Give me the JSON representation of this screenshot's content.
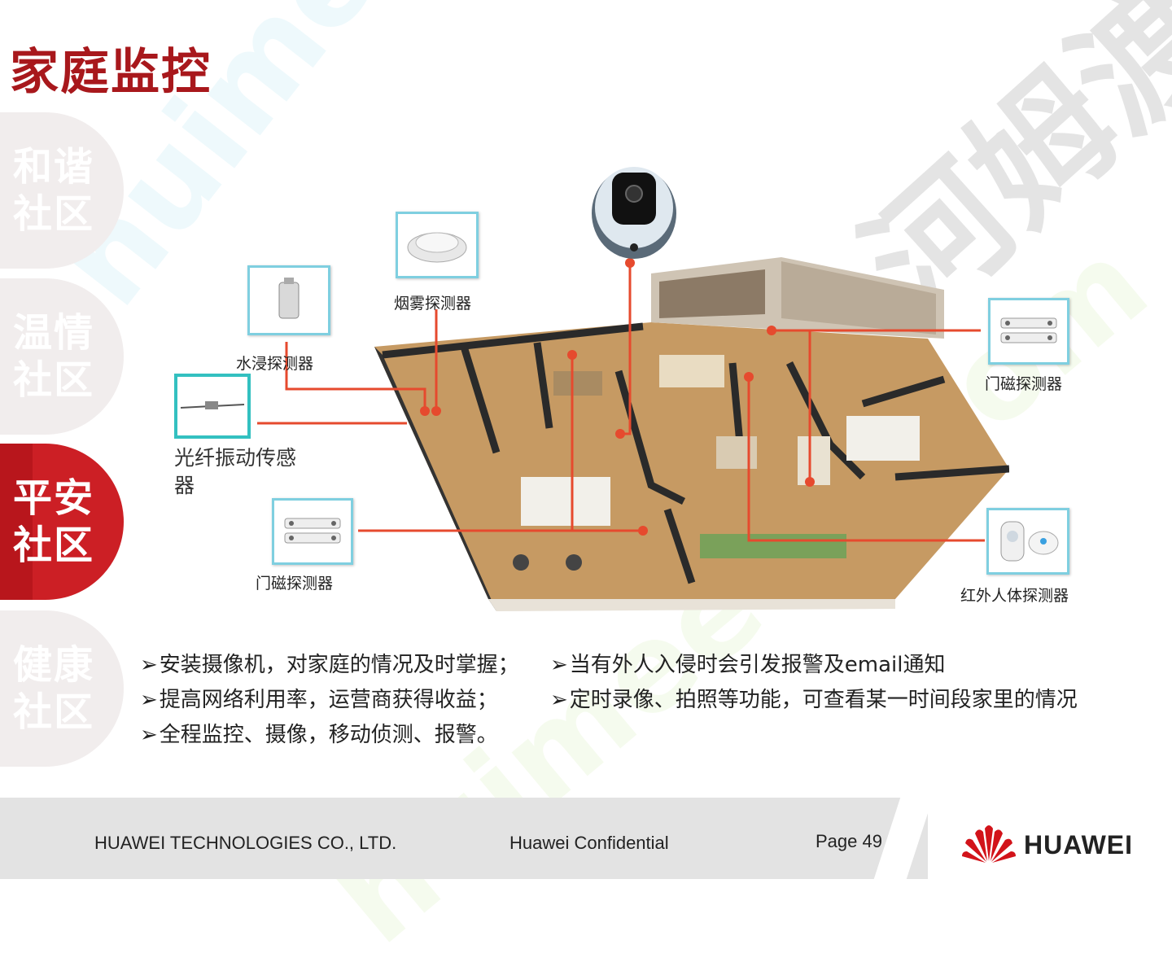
{
  "title": "家庭监控",
  "tabs": [
    {
      "label": "和谐社区",
      "active": false
    },
    {
      "label": "温情社区",
      "active": false
    },
    {
      "label": "平安社区",
      "active": true
    },
    {
      "label": "健康社区",
      "active": false
    }
  ],
  "watermark": {
    "text_url": "huimeedo.com",
    "text_cn": "河姆渡"
  },
  "diagram": {
    "labels": {
      "water": "水浸探测器",
      "smoke": "烟雾探测器",
      "door_right": "门磁探测器",
      "door_left": "门磁探测器",
      "infrared": "红外人体探测器",
      "fiber": "光纤振动传感器"
    },
    "line_color": "#e64a2e",
    "frame_color": "#7fcfe0"
  },
  "bullets_left": [
    "安装摄像机，对家庭的情况及时掌握；",
    "提高网络利用率，运营商获得收益；",
    "全程监控、摄像，移动侦测、报警。"
  ],
  "bullets_right": [
    "当有外人入侵时会引发报警及email通知",
    "定时录像、拍照等功能，可查看某一时间段家里的情况"
  ],
  "footer": {
    "company": "HUAWEI TECHNOLOGIES CO., LTD.",
    "confidential": "Huawei Confidential",
    "page": "Page 49",
    "brand": "HUAWEI"
  },
  "colors": {
    "accent": "#cc1f25",
    "title": "#a8181c"
  }
}
